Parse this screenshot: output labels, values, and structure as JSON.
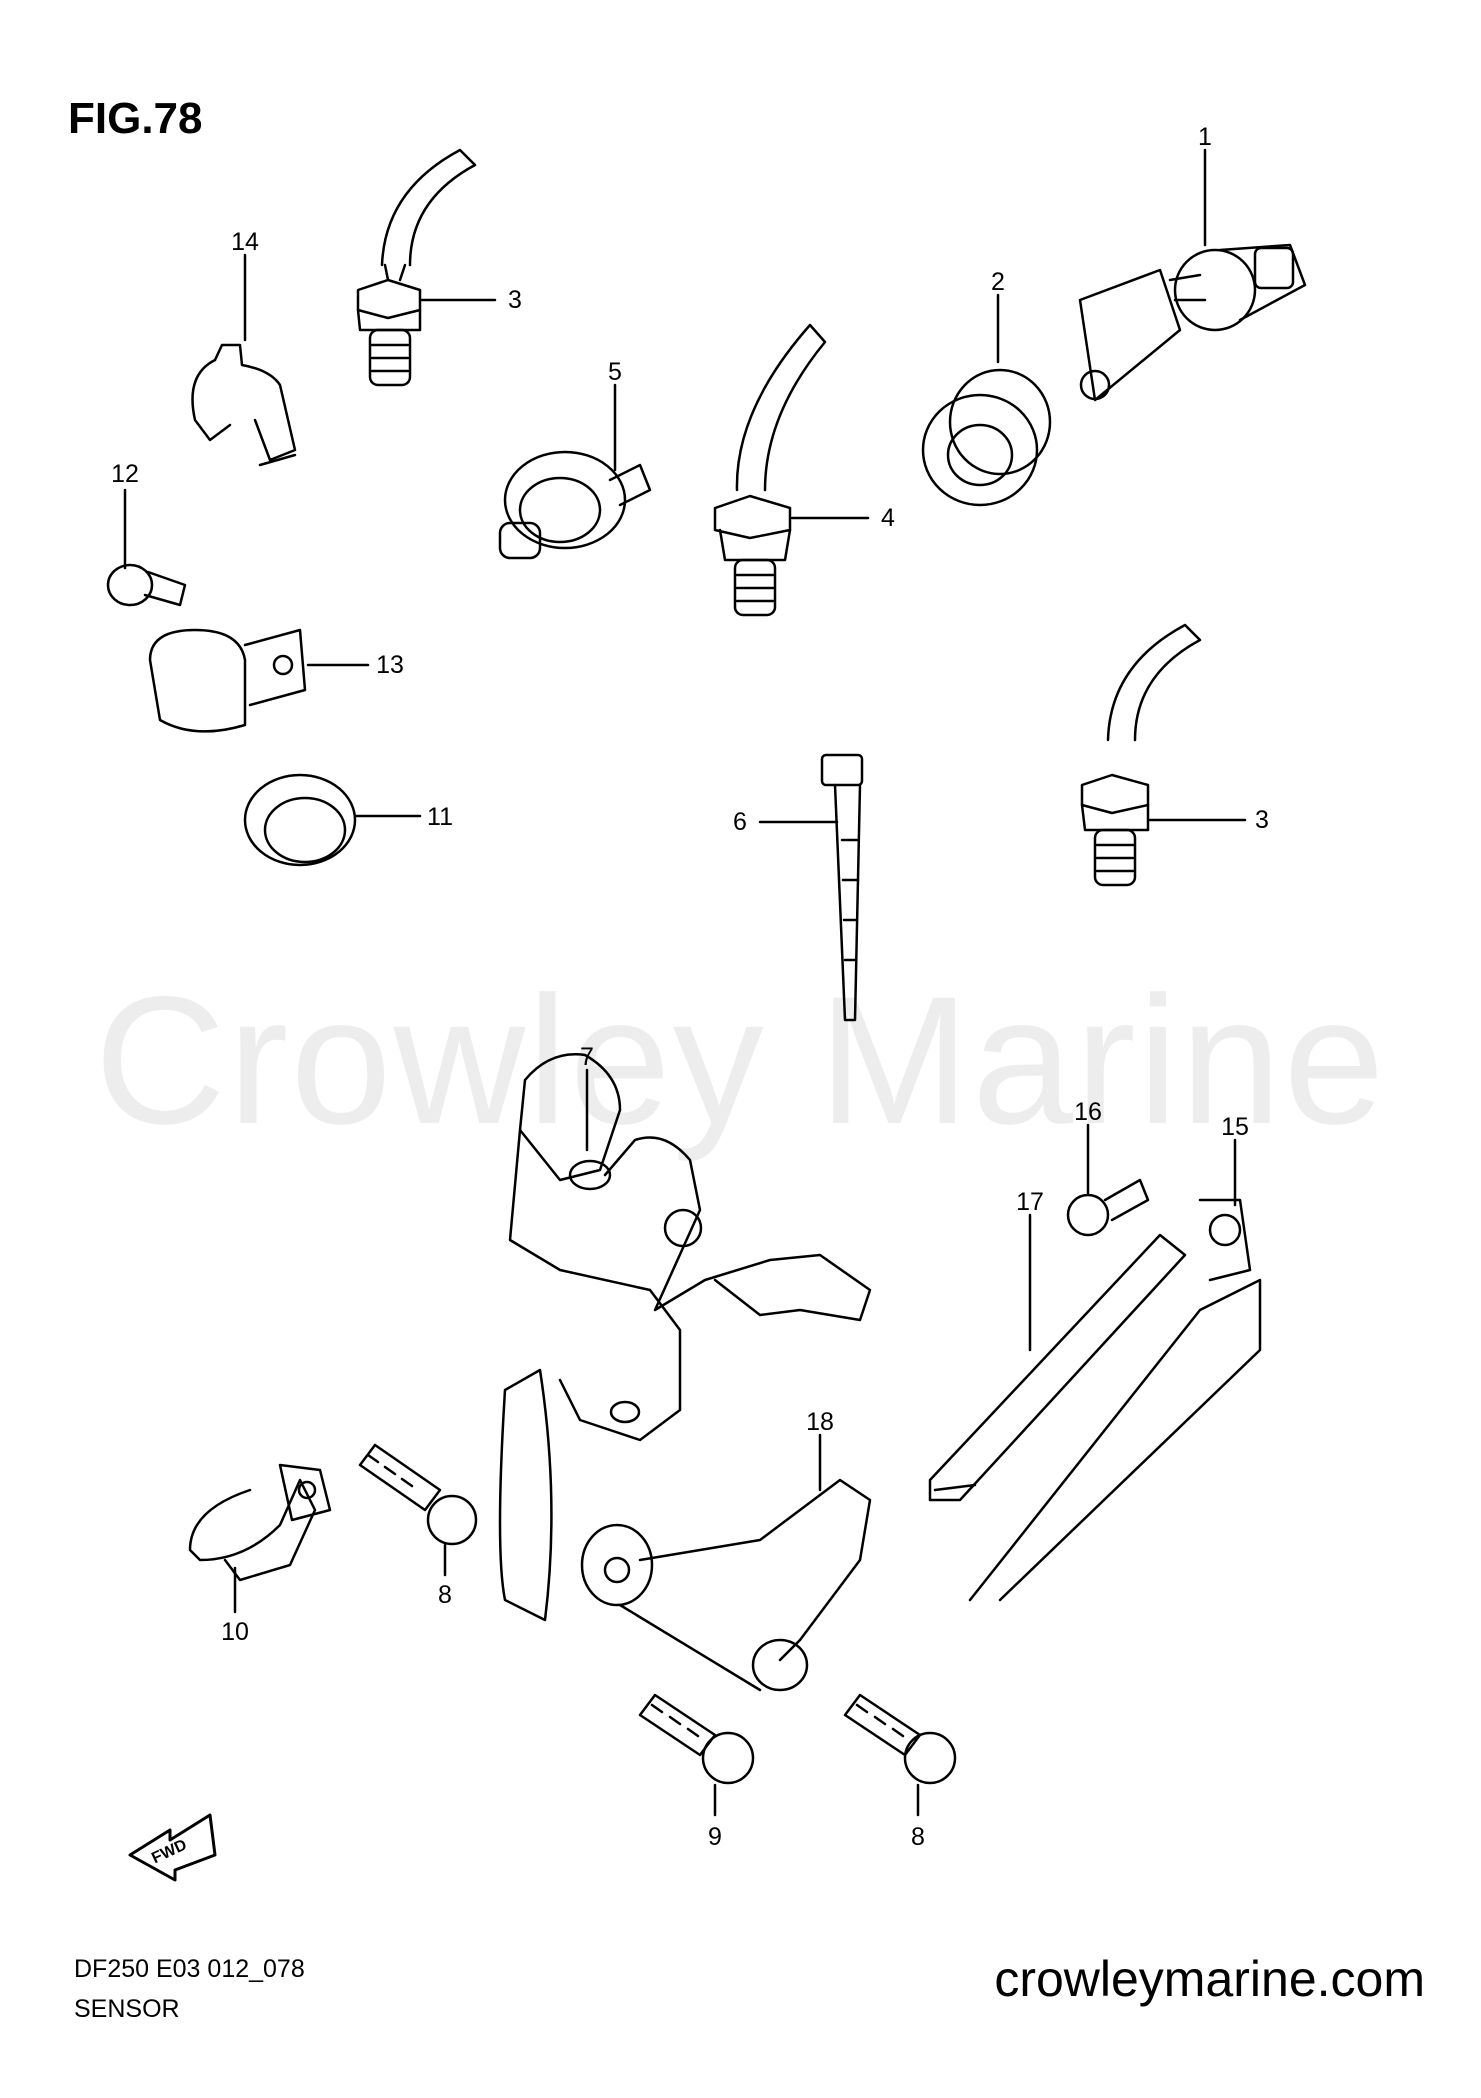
{
  "figure": {
    "title": "FIG.78",
    "watermark": "Crowley Marine",
    "model_code": "DF250 E03 012_078",
    "caption": "SENSOR",
    "site": "crowleymarine.com",
    "fwd_label": "FWD"
  },
  "callouts": [
    "1",
    "2",
    "3",
    "4",
    "5",
    "3",
    "6",
    "7",
    "8",
    "8",
    "9",
    "10",
    "11",
    "12",
    "13",
    "14",
    "15",
    "16",
    "17",
    "18"
  ],
  "colors": {
    "line": "#000000",
    "watermark": "#ededed",
    "background": "#ffffff"
  }
}
